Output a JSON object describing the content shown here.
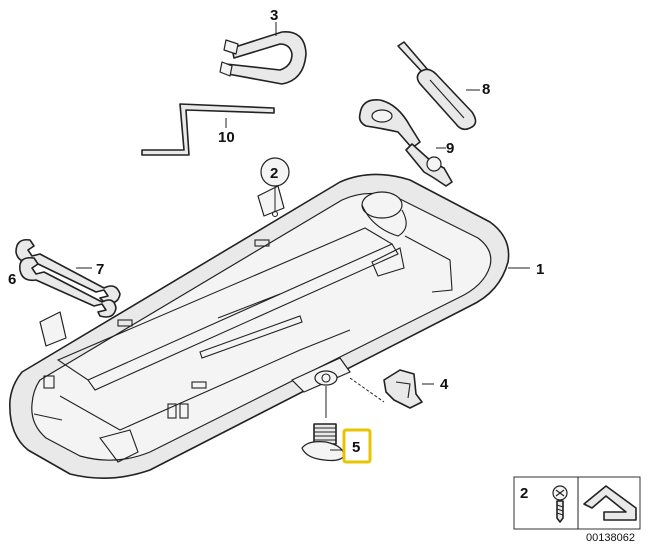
{
  "callouts": {
    "c1": "1",
    "c2": "2",
    "c3": "3",
    "c4": "4",
    "c5": "5",
    "c6": "6",
    "c7": "7",
    "c8": "8",
    "c9": "9",
    "c10": "10"
  },
  "highlighted_callout": "5",
  "highlight_color": "#e8c400",
  "legend": {
    "number": "2"
  },
  "reference_code": "00138062"
}
